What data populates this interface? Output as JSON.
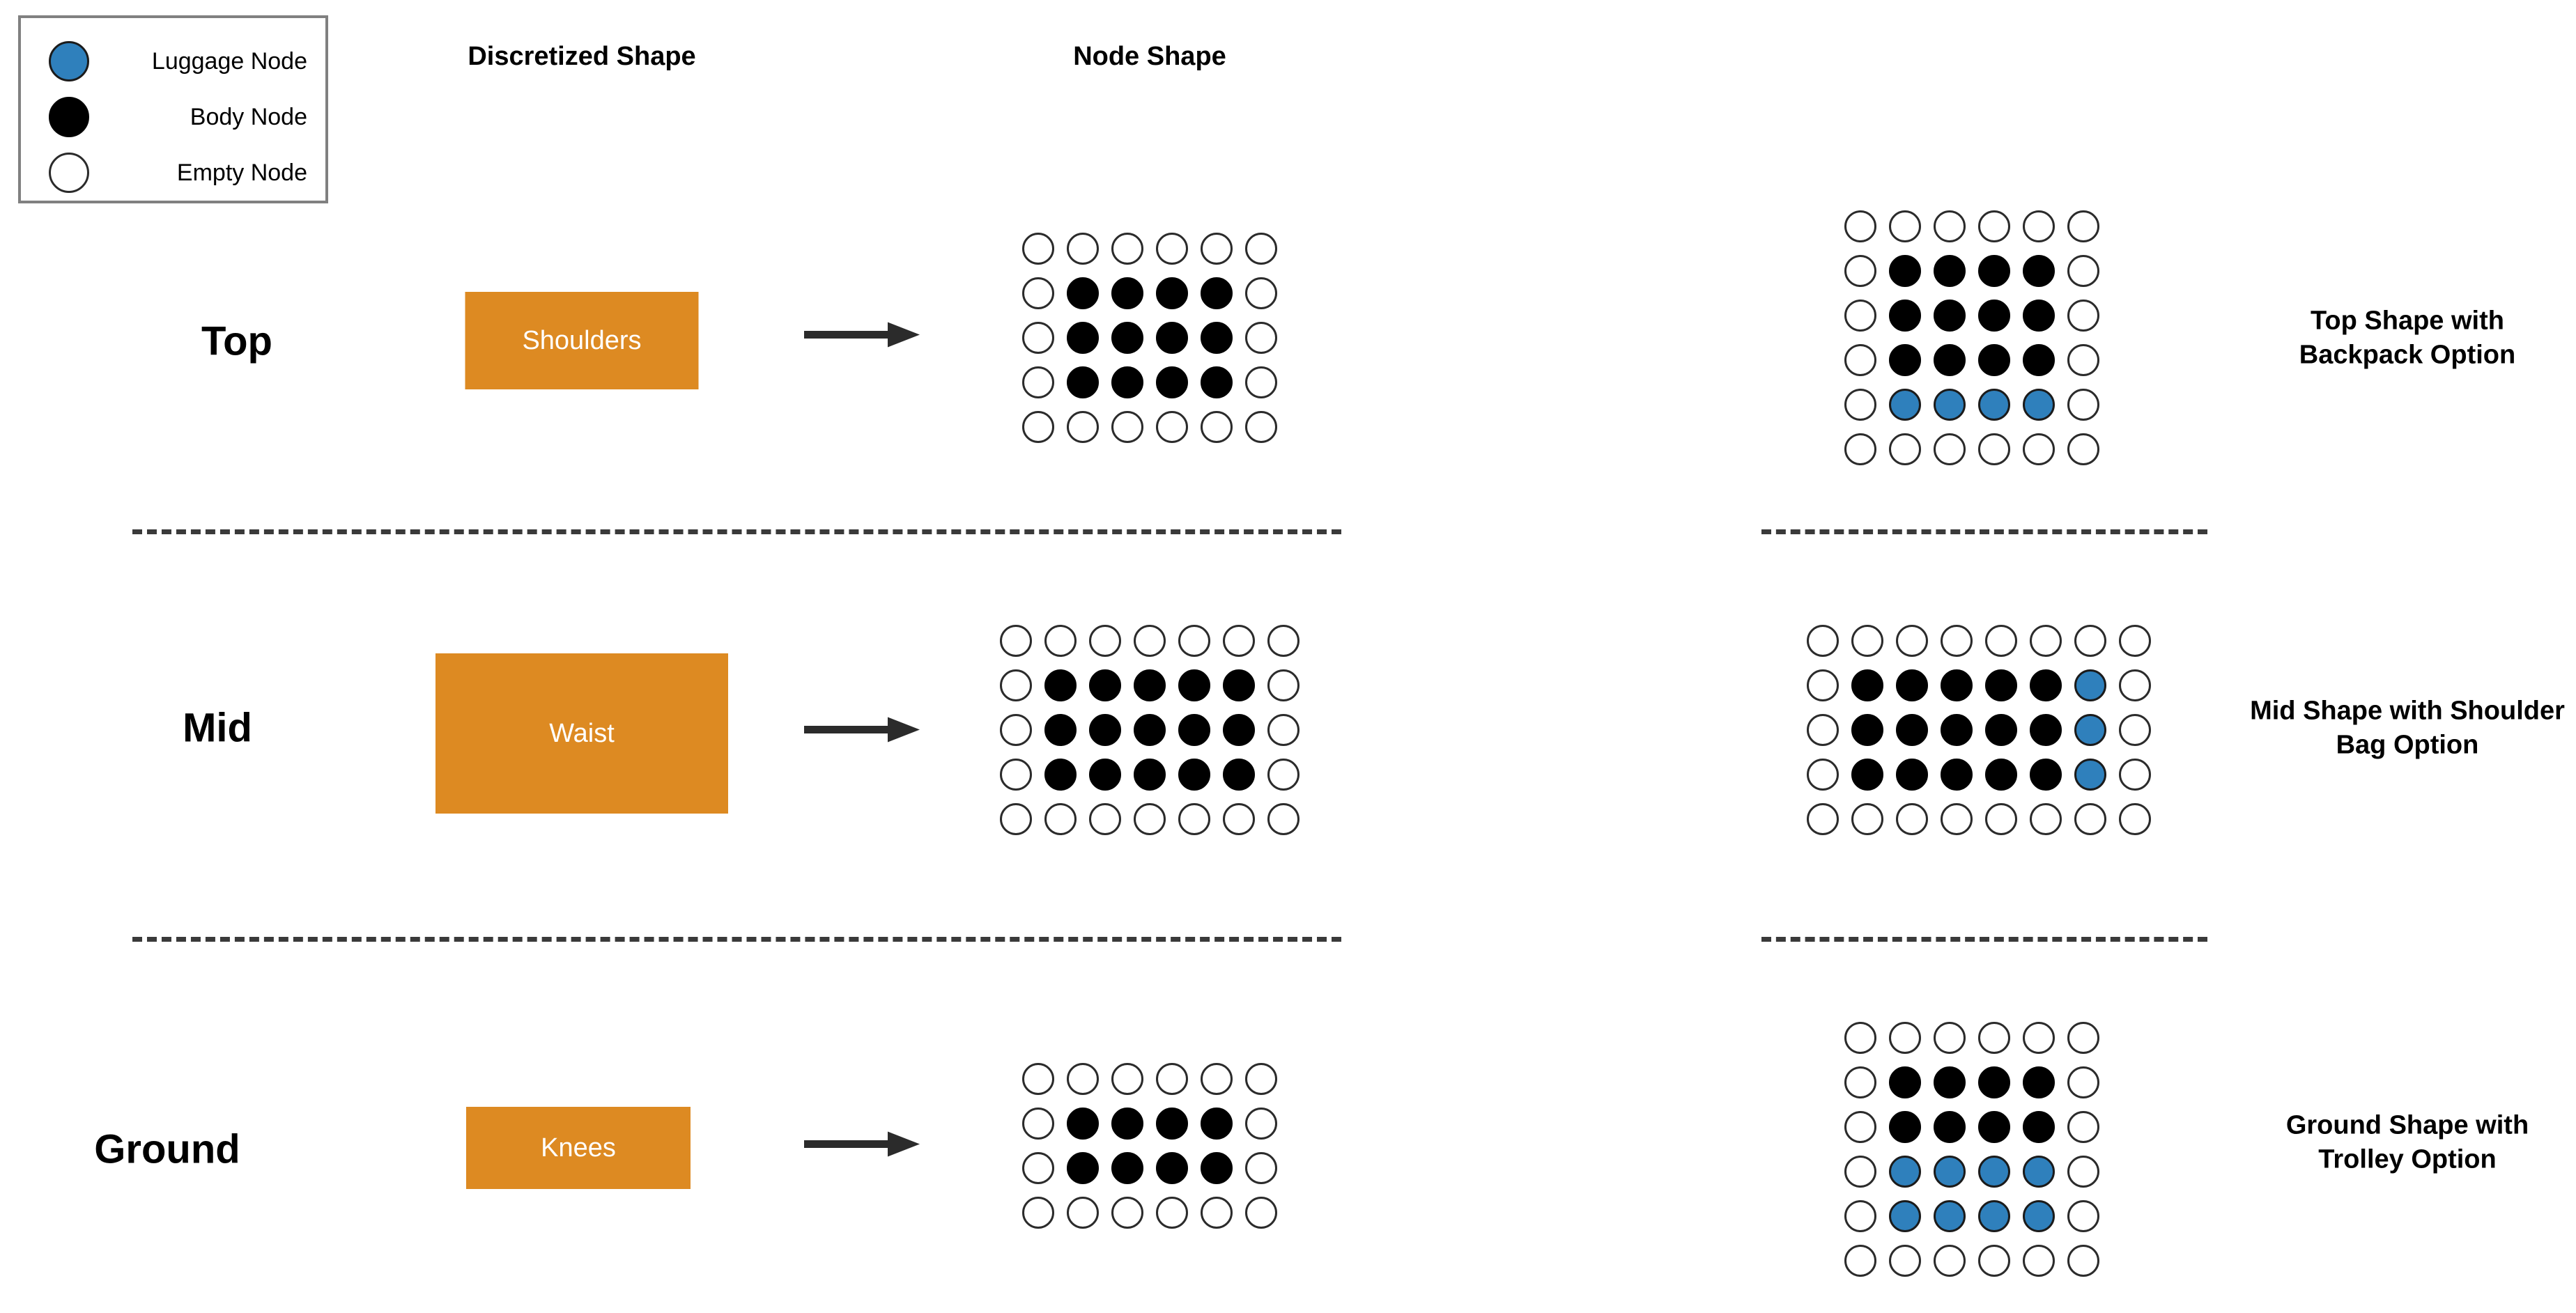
{
  "legend": {
    "name": "node-type-legend",
    "items": [
      {
        "icon": "luggage-node-icon",
        "label": "Luggage Node",
        "color": "#2F80BC"
      },
      {
        "icon": "body-node-icon",
        "label": "Body Node",
        "color": "#000000"
      },
      {
        "icon": "empty-node-icon",
        "label": "Empty Node",
        "color": "#FFFFFF"
      }
    ]
  },
  "headers": {
    "discretized_shape": "Discretized Shape",
    "node_shape": "Node Shape"
  },
  "colors": {
    "body_node": "#000000",
    "luggage_node": "#2F80BC",
    "empty_node": "#FFFFFF",
    "shape_box": "#DD8A22",
    "shape_box_text": "#FFFFFF",
    "separator": "#3A3A3A"
  },
  "rows": [
    {
      "id": "top",
      "label": "Top",
      "shape_box_label": "Shoulders",
      "arrow": "right-arrow-icon",
      "caption": "Top Shape with Backpack Option",
      "node_shape": {
        "cols": 6,
        "rows": 5,
        "cells": [
          [
            "empty",
            "empty",
            "empty",
            "empty",
            "empty",
            "empty"
          ],
          [
            "empty",
            "body",
            "body",
            "body",
            "body",
            "empty"
          ],
          [
            "empty",
            "body",
            "body",
            "body",
            "body",
            "empty"
          ],
          [
            "empty",
            "body",
            "body",
            "body",
            "body",
            "empty"
          ],
          [
            "empty",
            "empty",
            "empty",
            "empty",
            "empty",
            "empty"
          ]
        ]
      },
      "option_shape": {
        "cols": 6,
        "rows": 6,
        "cells": [
          [
            "empty",
            "empty",
            "empty",
            "empty",
            "empty",
            "empty"
          ],
          [
            "empty",
            "body",
            "body",
            "body",
            "body",
            "empty"
          ],
          [
            "empty",
            "body",
            "body",
            "body",
            "body",
            "empty"
          ],
          [
            "empty",
            "body",
            "body",
            "body",
            "body",
            "empty"
          ],
          [
            "empty",
            "luggage",
            "luggage",
            "luggage",
            "luggage",
            "empty"
          ],
          [
            "empty",
            "empty",
            "empty",
            "empty",
            "empty",
            "empty"
          ]
        ]
      }
    },
    {
      "id": "mid",
      "label": "Mid",
      "shape_box_label": "Waist",
      "arrow": "right-arrow-icon",
      "caption": "Mid Shape with Shoulder Bag Option",
      "node_shape": {
        "cols": 7,
        "rows": 5,
        "cells": [
          [
            "empty",
            "empty",
            "empty",
            "empty",
            "empty",
            "empty",
            "empty"
          ],
          [
            "empty",
            "body",
            "body",
            "body",
            "body",
            "body",
            "empty"
          ],
          [
            "empty",
            "body",
            "body",
            "body",
            "body",
            "body",
            "empty"
          ],
          [
            "empty",
            "body",
            "body",
            "body",
            "body",
            "body",
            "empty"
          ],
          [
            "empty",
            "empty",
            "empty",
            "empty",
            "empty",
            "empty",
            "empty"
          ]
        ]
      },
      "option_shape": {
        "cols": 8,
        "rows": 5,
        "cells": [
          [
            "empty",
            "empty",
            "empty",
            "empty",
            "empty",
            "empty",
            "empty",
            "empty"
          ],
          [
            "empty",
            "body",
            "body",
            "body",
            "body",
            "body",
            "luggage",
            "empty"
          ],
          [
            "empty",
            "body",
            "body",
            "body",
            "body",
            "body",
            "luggage",
            "empty"
          ],
          [
            "empty",
            "body",
            "body",
            "body",
            "body",
            "body",
            "luggage",
            "empty"
          ],
          [
            "empty",
            "empty",
            "empty",
            "empty",
            "empty",
            "empty",
            "empty",
            "empty"
          ]
        ]
      }
    },
    {
      "id": "ground",
      "label": "Ground",
      "shape_box_label": "Knees",
      "arrow": "right-arrow-icon",
      "caption": "Ground Shape with Trolley Option",
      "node_shape": {
        "cols": 6,
        "rows": 4,
        "cells": [
          [
            "empty",
            "empty",
            "empty",
            "empty",
            "empty",
            "empty"
          ],
          [
            "empty",
            "body",
            "body",
            "body",
            "body",
            "empty"
          ],
          [
            "empty",
            "body",
            "body",
            "body",
            "body",
            "empty"
          ],
          [
            "empty",
            "empty",
            "empty",
            "empty",
            "empty",
            "empty"
          ]
        ]
      },
      "option_shape": {
        "cols": 6,
        "rows": 6,
        "cells": [
          [
            "empty",
            "empty",
            "empty",
            "empty",
            "empty",
            "empty"
          ],
          [
            "empty",
            "body",
            "body",
            "body",
            "body",
            "empty"
          ],
          [
            "empty",
            "body",
            "body",
            "body",
            "body",
            "empty"
          ],
          [
            "empty",
            "luggage",
            "luggage",
            "luggage",
            "luggage",
            "empty"
          ],
          [
            "empty",
            "luggage",
            "luggage",
            "luggage",
            "luggage",
            "empty"
          ],
          [
            "empty",
            "empty",
            "empty",
            "empty",
            "empty",
            "empty"
          ]
        ]
      }
    }
  ],
  "separators": [
    {
      "name": "separator-top-mid-left"
    },
    {
      "name": "separator-top-mid-right"
    },
    {
      "name": "separator-mid-ground-left"
    },
    {
      "name": "separator-mid-ground-right"
    }
  ]
}
